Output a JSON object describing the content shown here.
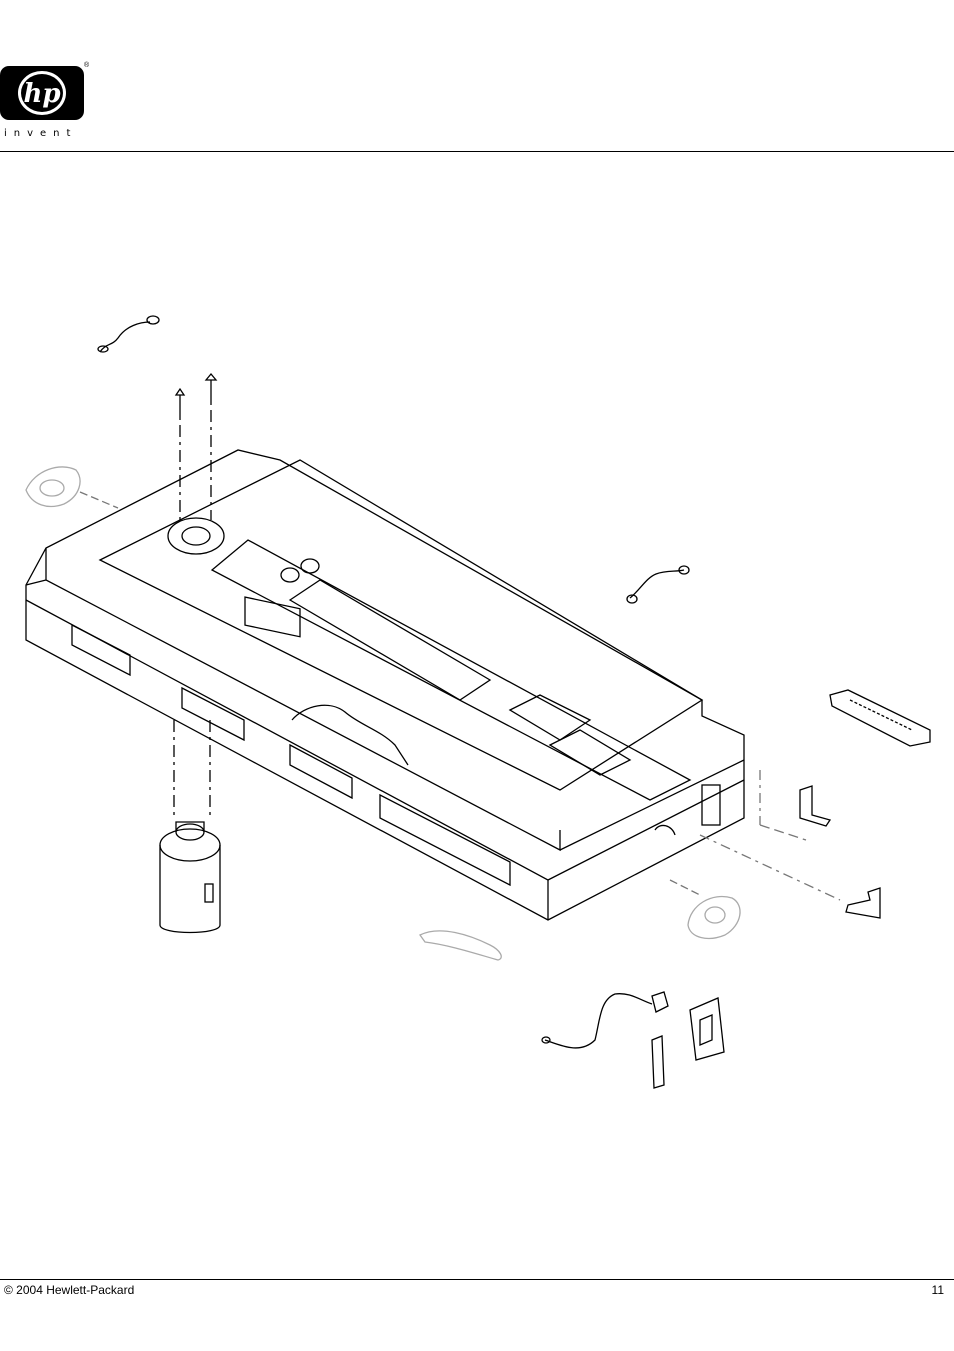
{
  "header": {
    "logo_mark": "hp",
    "registered": "®",
    "logo_tagline": "invent"
  },
  "diagram": {
    "description_icon": "exploded-view-scanner-chassis"
  },
  "footer": {
    "copyright": "© 2004 Hewlett-Packard",
    "page_number": "11"
  }
}
